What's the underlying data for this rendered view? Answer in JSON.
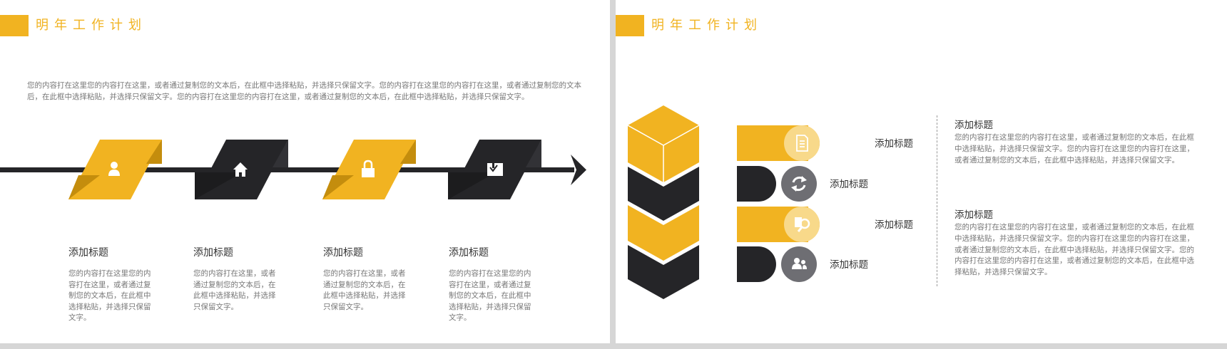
{
  "slide1": {
    "title": "明年工作计划",
    "intro": "您的内容打在这里您的内容打在这里，或者通过复制您的文本后，在此框中选择粘贴，并选择只保留文字。您的内容打在这里您的内容打在这里，或者通过复制您的文本后，在此框中选择粘贴，并选择只保留文字。您的内容打在这里您的内容打在这里，或者通过复制您的文本后，在此框中选择粘贴，并选择只保留文字。",
    "steps": [
      {
        "icon": "user-icon",
        "title": "添加标题",
        "desc": "您的内容打在这里您的内容打在这里，或者通过复制您的文本后，在此框中选择粘贴，并选择只保留文字。"
      },
      {
        "icon": "home-icon",
        "title": "添加标题",
        "desc": "您的内容打在这里，或者通过复制您的文本后，在此框中选择粘贴，并选择只保留文字。"
      },
      {
        "icon": "lock-icon",
        "title": "添加标题",
        "desc": "您的内容打在这里，或者通过复制您的文本后，在此框中选择粘贴，并选择只保留文字。"
      },
      {
        "icon": "bag-icon",
        "title": "添加标题",
        "desc": "您的内容打在这里您的内容打在这里，或者通过复制您的文本后，在此框中选择粘贴，并选择只保留文字。"
      }
    ]
  },
  "slide2": {
    "title": "明年工作计划",
    "items": [
      {
        "icon": "document-icon",
        "label": "添加标题"
      },
      {
        "icon": "refresh-icon",
        "label": "添加标题"
      },
      {
        "icon": "search-icon",
        "label": "添加标题"
      },
      {
        "icon": "people-icon",
        "label": "添加标题"
      }
    ],
    "right_blocks": [
      {
        "title": "添加标题",
        "desc": "您的内容打在这里您的内容打在这里，或者通过复制您的文本后，在此框中选择粘贴，并选择只保留文字。您的内容打在这里您的内容打在这里，或者通过复制您的文本后，在此框中选择粘贴，并选择只保留文字。"
      },
      {
        "title": "添加标题",
        "desc": "您的内容打在这里您的内容打在这里，或者通过复制您的文本后，在此框中选择粘贴，并选择只保留文字。您的内容打在这里您的内容打在这里，或者通过复制您的文本后，在此框中选择粘贴，并选择只保留文字。您的内容打在这里您的内容打在这里，或者通过复制您的文本后，在此框中选择粘贴，并选择只保留文字。"
      }
    ]
  },
  "colors": {
    "accent": "#f1b321",
    "accent_dark": "#c48d0d",
    "dark": "#252528",
    "dark_shade": "#323236",
    "light_accent": "#f8d98a",
    "gray_circle": "#6e6e73"
  }
}
